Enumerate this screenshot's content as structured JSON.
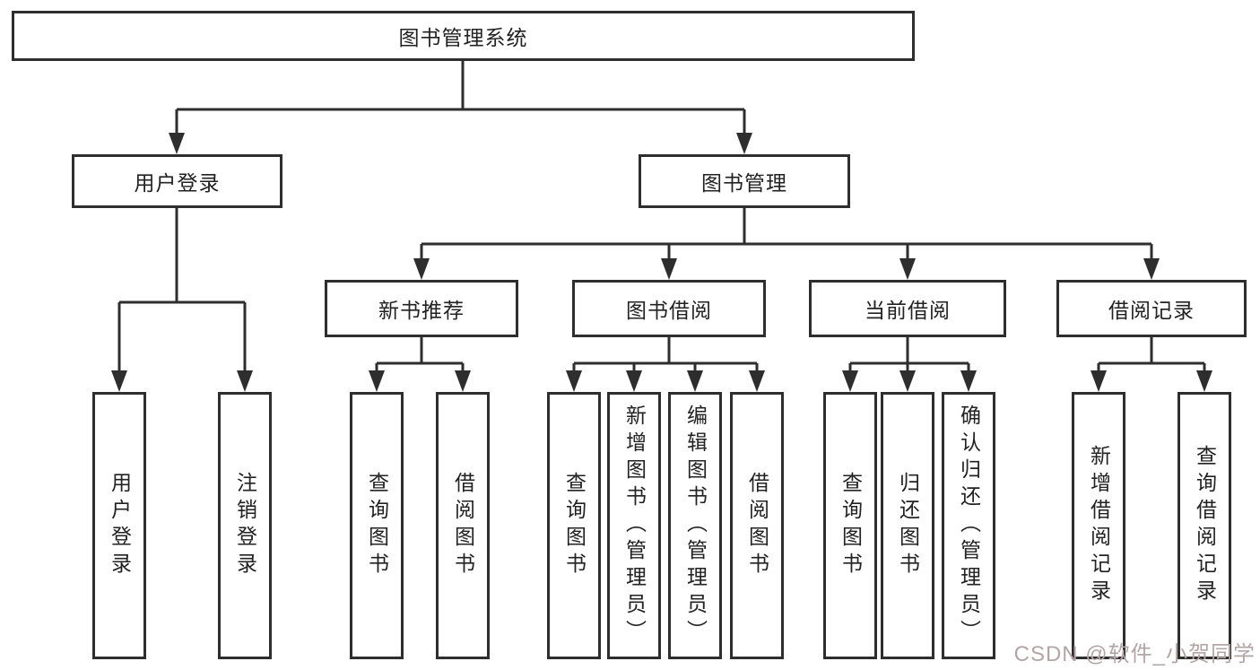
{
  "tree": {
    "label": "图书管理系统",
    "children": [
      {
        "label": "用户登录",
        "children": [
          {
            "label": "用户登录"
          },
          {
            "label": "注销登录"
          }
        ]
      },
      {
        "label": "图书管理",
        "children": [
          {
            "label": "新书推荐",
            "children": [
              {
                "label": "查询图书"
              },
              {
                "label": "借阅图书"
              }
            ]
          },
          {
            "label": "图书借阅",
            "children": [
              {
                "label": "查询图书"
              },
              {
                "label": "新增图书（管理员）"
              },
              {
                "label": "编辑图书（管理员）"
              },
              {
                "label": "借阅图书"
              }
            ]
          },
          {
            "label": "当前借阅",
            "children": [
              {
                "label": "查询图书"
              },
              {
                "label": "归还图书"
              },
              {
                "label": "确认归还（管理员）"
              }
            ]
          },
          {
            "label": "借阅记录",
            "children": [
              {
                "label": "新增借阅记录"
              },
              {
                "label": "查询借阅记录"
              }
            ]
          }
        ]
      }
    ]
  },
  "watermark": "CSDN @软件_小贺同学",
  "colors": {
    "line": "#2e2e2e",
    "border": "#2e2e2e",
    "text": "#222222",
    "background": "#ffffff",
    "watermark": "#b4a5a5"
  }
}
